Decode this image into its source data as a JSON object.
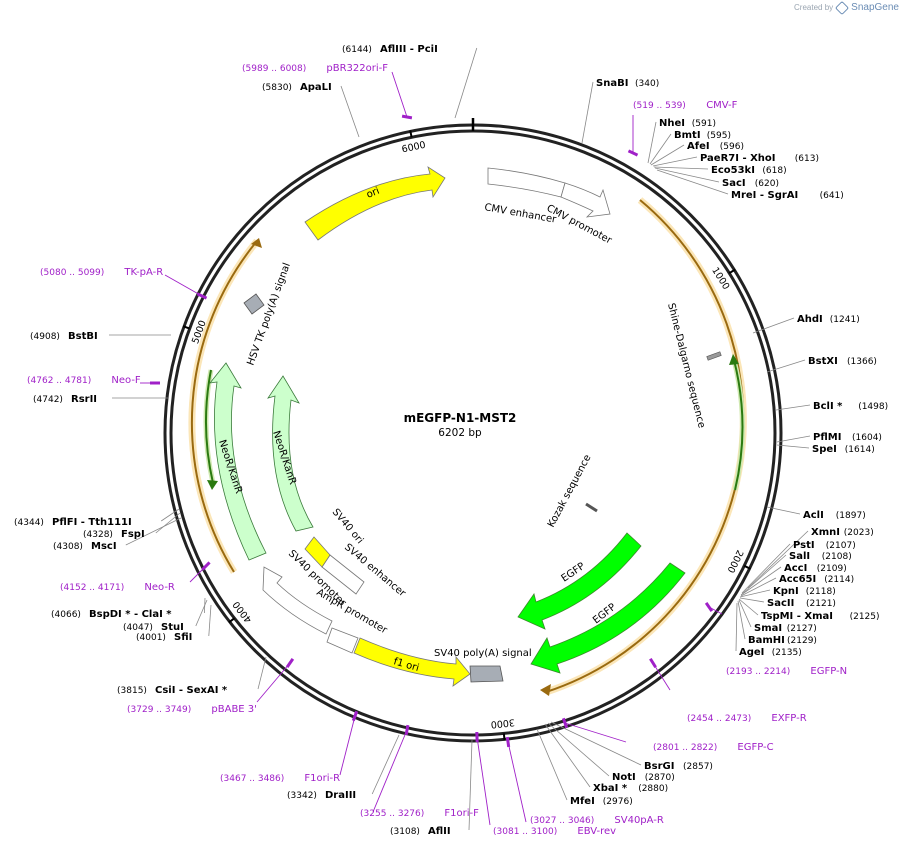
{
  "credit": {
    "prefix": "Created by",
    "brand": "SnapGene"
  },
  "plasmid": {
    "name": "mEGFP-N1-MST2",
    "length_label": "6202 bp",
    "length": 6202
  },
  "ticks": [
    "1000",
    "2000",
    "3000",
    "4000",
    "5000",
    "6000"
  ],
  "features": [
    {
      "label": "ori"
    },
    {
      "label": "CMV enhancer"
    },
    {
      "label": "CMV promoter"
    },
    {
      "label": "Shine-Dalgarno sequence"
    },
    {
      "label": "Kozak sequence"
    },
    {
      "label": "EGFP"
    },
    {
      "label": "EGFP"
    },
    {
      "label": "SV40 poly(A) signal"
    },
    {
      "label": "f1 ori"
    },
    {
      "label": "AmpR promoter"
    },
    {
      "label": "SV40 promoter"
    },
    {
      "label": "SV40 enhancer"
    },
    {
      "label": "SV40 ori"
    },
    {
      "label": "NeoR/KanR"
    },
    {
      "label": "NeoR/KanR"
    },
    {
      "label": "HSV TK poly(A) signal"
    }
  ],
  "enzymes": [
    {
      "name": "AflIII  - PciI",
      "pos": "(6144)"
    },
    {
      "name": "ApaLI",
      "pos": "(5830)"
    },
    {
      "name": "SnaBI",
      "pos": "(340)"
    },
    {
      "name": "NheI",
      "pos": "(591)"
    },
    {
      "name": "BmtI",
      "pos": "(595)"
    },
    {
      "name": "AfeI",
      "pos": "(596)"
    },
    {
      "name": "PaeR7I  - XhoI",
      "pos": "(613)"
    },
    {
      "name": "Eco53kI",
      "pos": "(618)"
    },
    {
      "name": "SacI",
      "pos": "(620)"
    },
    {
      "name": "MreI  - SgrAI",
      "pos": "(641)"
    },
    {
      "name": "AhdI",
      "pos": "(1241)"
    },
    {
      "name": "BstXI",
      "pos": "(1366)"
    },
    {
      "name": "BclI *",
      "pos": "(1498)"
    },
    {
      "name": "PflMI",
      "pos": "(1604)"
    },
    {
      "name": "SpeI",
      "pos": "(1614)"
    },
    {
      "name": "AclI",
      "pos": "(1897)"
    },
    {
      "name": "XmnI",
      "pos": "(2023)"
    },
    {
      "name": "PstI",
      "pos": "(2107)"
    },
    {
      "name": "SalI",
      "pos": "(2108)"
    },
    {
      "name": "AccI",
      "pos": "(2109)"
    },
    {
      "name": "Acc65I",
      "pos": "(2114)"
    },
    {
      "name": "KpnI",
      "pos": "(2118)"
    },
    {
      "name": "SacII",
      "pos": "(2121)"
    },
    {
      "name": "TspMI  - XmaI",
      "pos": "(2125)"
    },
    {
      "name": "SmaI",
      "pos": "(2127)"
    },
    {
      "name": "BamHI",
      "pos": "(2129)"
    },
    {
      "name": "AgeI",
      "pos": "(2135)"
    },
    {
      "name": "BsrGI",
      "pos": "(2857)"
    },
    {
      "name": "NotI",
      "pos": "(2870)"
    },
    {
      "name": "XbaI *",
      "pos": "(2880)"
    },
    {
      "name": "MfeI",
      "pos": "(2976)"
    },
    {
      "name": "AflII",
      "pos": "(3108)"
    },
    {
      "name": "DraIII",
      "pos": "(3342)"
    },
    {
      "name": "CsiI  - SexAI *",
      "pos": "(3815)"
    },
    {
      "name": "SfiI",
      "pos": "(4001)"
    },
    {
      "name": "StuI",
      "pos": "(4047)"
    },
    {
      "name": "BspDI *  - ClaI *",
      "pos": "(4066)"
    },
    {
      "name": "MscI",
      "pos": "(4308)"
    },
    {
      "name": "FspI",
      "pos": "(4328)"
    },
    {
      "name": "PflFI  - Tth111I",
      "pos": "(4344)"
    },
    {
      "name": "RsrII",
      "pos": "(4742)"
    },
    {
      "name": "BstBI",
      "pos": "(4908)"
    }
  ],
  "primers": [
    {
      "name": "pBR322ori-F",
      "pos": "(5989 .. 6008)"
    },
    {
      "name": "CMV-F",
      "pos": "(519 .. 539)"
    },
    {
      "name": "EGFP-N",
      "pos": "(2193 .. 2214)"
    },
    {
      "name": "EXFP-R",
      "pos": "(2454 .. 2473)"
    },
    {
      "name": "EGFP-C",
      "pos": "(2801 .. 2822)"
    },
    {
      "name": "SV40pA-R",
      "pos": "(3027 .. 3046)"
    },
    {
      "name": "EBV-rev",
      "pos": "(3081 .. 3100)"
    },
    {
      "name": "F1ori-F",
      "pos": "(3255 .. 3276)"
    },
    {
      "name": "F1ori-R",
      "pos": "(3467 .. 3486)"
    },
    {
      "name": "pBABE 3'",
      "pos": "(3729 .. 3749)"
    },
    {
      "name": "Neo-R",
      "pos": "(4152 .. 4171)"
    },
    {
      "name": "Neo-F",
      "pos": "(4762 .. 4781)"
    },
    {
      "name": "TK-pA-R",
      "pos": "(5080 .. 5099)"
    }
  ],
  "colors": {
    "enzyme": "#000000",
    "primer": "#a020c8",
    "ori": "#ffff00",
    "egfp": "#00ff00",
    "neo": "#ccffcc",
    "orf": "#ffcc66"
  }
}
